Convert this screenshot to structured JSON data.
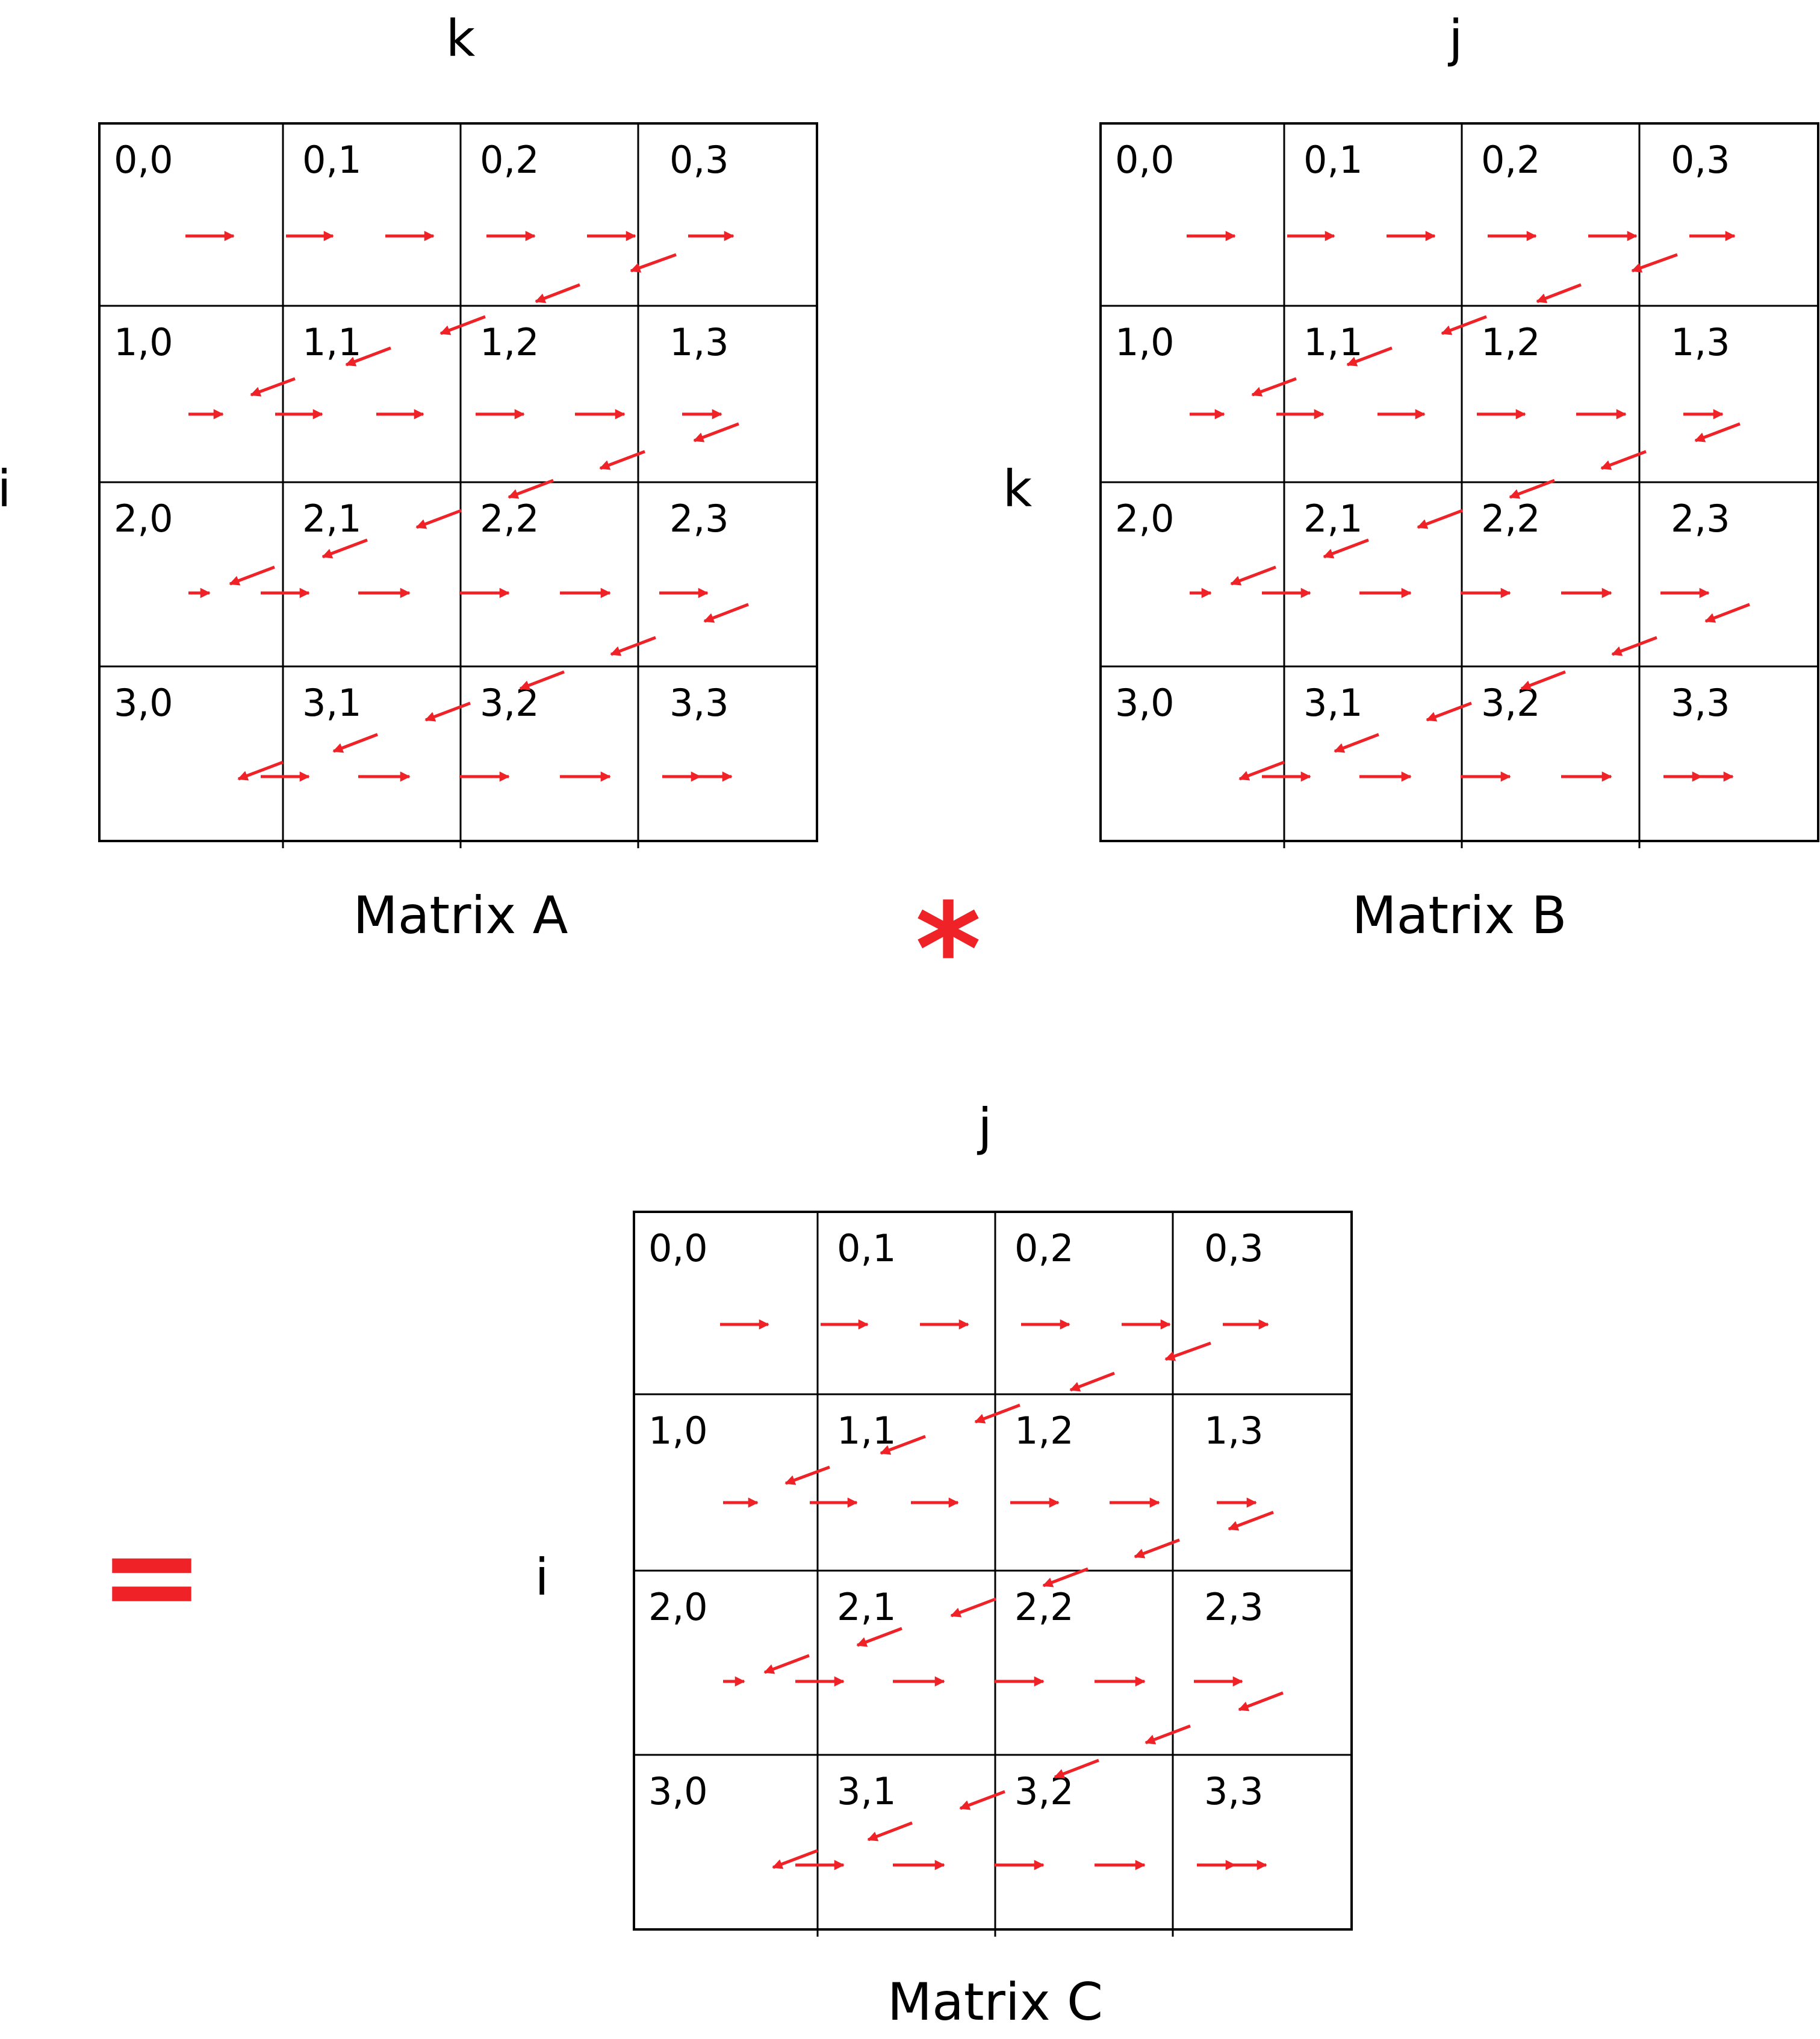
{
  "colors": {
    "arrow": "#ee2227",
    "grid": "#000000",
    "operator": "#ee2227",
    "text": "#000000"
  },
  "operators": {
    "multiply": "*",
    "equals": "="
  },
  "matrices": [
    {
      "id": "a",
      "title": "Matrix A",
      "col_axis": "k",
      "row_axis": "i",
      "cells": [
        [
          "0,0",
          "0,1",
          "0,2",
          "0,3"
        ],
        [
          "1,0",
          "1,1",
          "1,2",
          "1,3"
        ],
        [
          "2,0",
          "2,1",
          "2,2",
          "2,3"
        ],
        [
          "3,0",
          "3,1",
          "3,2",
          "3,3"
        ]
      ]
    },
    {
      "id": "b",
      "title": "Matrix B",
      "col_axis": "j",
      "row_axis": "k",
      "cells": [
        [
          "0,0",
          "0,1",
          "0,2",
          "0,3"
        ],
        [
          "1,0",
          "1,1",
          "1,2",
          "1,3"
        ],
        [
          "2,0",
          "2,1",
          "2,2",
          "2,3"
        ],
        [
          "3,0",
          "3,1",
          "3,2",
          "3,3"
        ]
      ]
    },
    {
      "id": "c",
      "title": "Matrix C",
      "col_axis": "j",
      "row_axis": "i",
      "cells": [
        [
          "0,0",
          "0,1",
          "0,2",
          "0,3"
        ],
        [
          "1,0",
          "1,1",
          "1,2",
          "1,3"
        ],
        [
          "2,0",
          "2,1",
          "2,2",
          "2,3"
        ],
        [
          "3,0",
          "3,1",
          "3,2",
          "3,3"
        ]
      ]
    }
  ]
}
